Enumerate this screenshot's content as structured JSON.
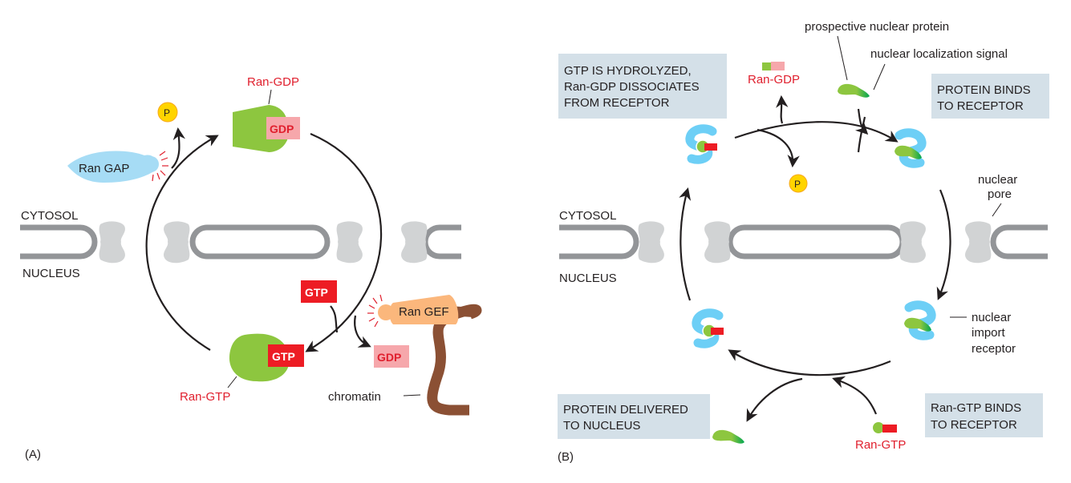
{
  "panel_a": {
    "panel_label": "(A)",
    "compartments": {
      "cytosol": "CYTOSOL",
      "nucleus": "NUCLEUS"
    },
    "ran_gdp_label": "Ran-GDP",
    "ran_gdp_badge": "GDP",
    "ran_gtp_label": "Ran-GTP",
    "ran_gtp_badge": "GTP",
    "free_gtp": "GTP",
    "released_gdp": "GDP",
    "phosphate": "P",
    "ran_gap": "Ran GAP",
    "ran_gef": "Ran GEF",
    "chromatin": "chromatin"
  },
  "panel_b": {
    "panel_label": "(B)",
    "compartments": {
      "cytosol": "CYTOSOL",
      "nucleus": "NUCLEUS"
    },
    "prospective_protein": "prospective nuclear protein",
    "nls": "nuclear localization signal",
    "nuclear_pore": [
      "nuclear",
      "pore"
    ],
    "import_receptor": [
      "nuclear",
      "import",
      "receptor"
    ],
    "ran_gdp_label": "Ran-GDP",
    "ran_gtp_label": "Ran-GTP",
    "phosphate": "P",
    "steps": {
      "hydrolysis": [
        "GTP IS HYDROLYZED,",
        "Ran-GDP DISSOCIATES",
        "FROM RECEPTOR"
      ],
      "protein_binds": [
        "PROTEIN BINDS",
        "TO RECEPTOR"
      ],
      "ran_gtp_binds": [
        "Ran-GTP BINDS",
        "TO RECEPTOR"
      ],
      "delivered": [
        "PROTEIN DELIVERED",
        "TO NUCLEUS"
      ]
    }
  },
  "colors": {
    "ran_green": "#8dc63f",
    "receptor_blue": "#6dcff6",
    "gtp_red": "#ed1c24",
    "gdp_pink": "#f6a7ab",
    "gef_orange": "#fbb77c",
    "gap_blue": "#a6dcf5",
    "chromatin_brown": "#8b5034",
    "step_box": "#d4e0e8",
    "phosphate_yellow": "#ffd400",
    "nls_green": "#00a651"
  }
}
